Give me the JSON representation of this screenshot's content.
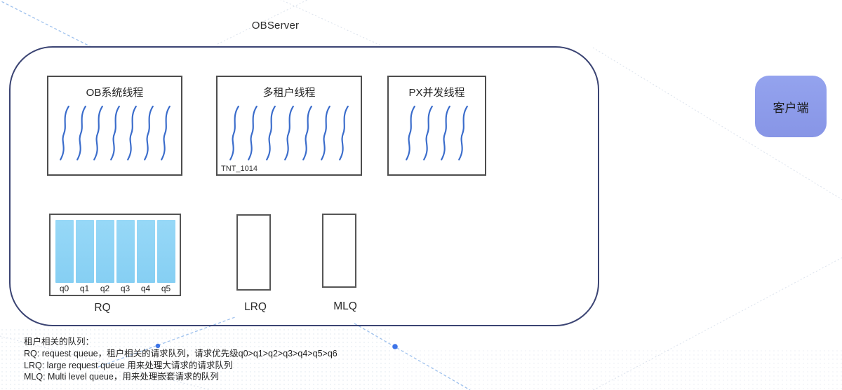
{
  "title": "OBServer",
  "client": {
    "label": "客户端"
  },
  "thread_boxes": [
    {
      "title": "OB系统线程",
      "thread_count": 7,
      "badge": ""
    },
    {
      "title": "多租户线程",
      "thread_count": 7,
      "badge": "TNT_1014"
    },
    {
      "title": "PX并发线程",
      "thread_count": 4,
      "badge": ""
    }
  ],
  "queues": {
    "rq": {
      "label": "RQ",
      "slots": [
        "q0",
        "q1",
        "q2",
        "q3",
        "q4",
        "q5"
      ]
    },
    "lrq": {
      "label": "LRQ"
    },
    "mlq": {
      "label": "MLQ"
    }
  },
  "notes": {
    "heading": "租户相关的队列：",
    "lines": [
      "RQ: request queue，租户相关的请求队列，请求优先级q0>q1>q2>q3>q4>q5>q6",
      "LRQ: large request queue 用来处理大请求的请求队列",
      "MLQ: Multi level queue，用来处理嵌套请求的队列"
    ]
  },
  "colors": {
    "container_border": "#3b4473",
    "squiggle": "#3a6ccb",
    "bar": "#86cff3",
    "bar_light": "#97d8f7",
    "client_fill": "#8795e6",
    "guide_dot": "#3d74e8",
    "guide_line": "#9fc2ee"
  }
}
